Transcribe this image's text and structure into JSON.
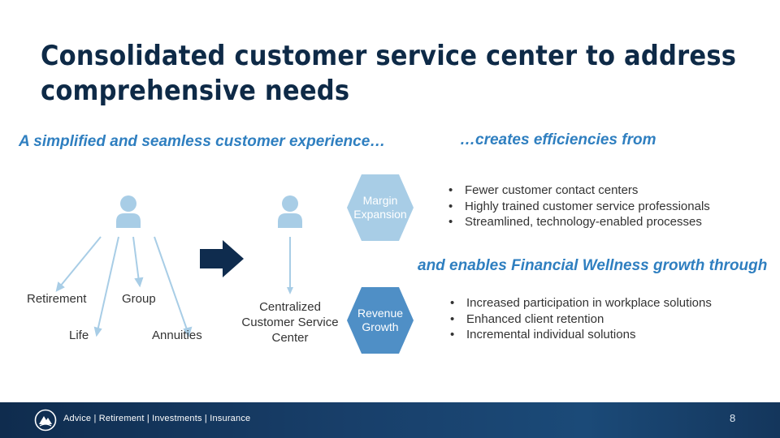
{
  "title_line1": "Consolidated customer service center to address",
  "title_line2": "comprehensive needs",
  "left_heading": "A simplified and seamless customer experience…",
  "right_heading_top": "…creates efficiencies from",
  "right_heading_bottom": "and enables Financial Wellness growth through",
  "channels": {
    "retirement": "Retirement",
    "group": "Group",
    "life": "Life",
    "annuities": "Annuities"
  },
  "center": {
    "line1": "Centralized",
    "line2": "Customer Service",
    "line3": "Center"
  },
  "margin_hex": {
    "line1": "Margin",
    "line2": "Expansion",
    "color": "#a8cde6"
  },
  "revenue_hex": {
    "line1": "Revenue",
    "line2": "Growth",
    "color": "#4f8fc6"
  },
  "efficiency_bullets": [
    "Fewer customer contact centers",
    "Highly trained customer service professionals",
    "Streamlined, technology-enabled processes"
  ],
  "growth_bullets": [
    "Increased participation in workplace solutions",
    "Enhanced client retention",
    "Incremental individual solutions"
  ],
  "footer": {
    "tagline": "Advice  |  Retirement  |  Investments  |  Insurance",
    "page_number": "8"
  },
  "colors": {
    "title": "#0e2a47",
    "accent": "#2f7fc0",
    "person_icon": "#a8cde6",
    "arrow": "#0f2c4e",
    "footer": "#14365c"
  }
}
